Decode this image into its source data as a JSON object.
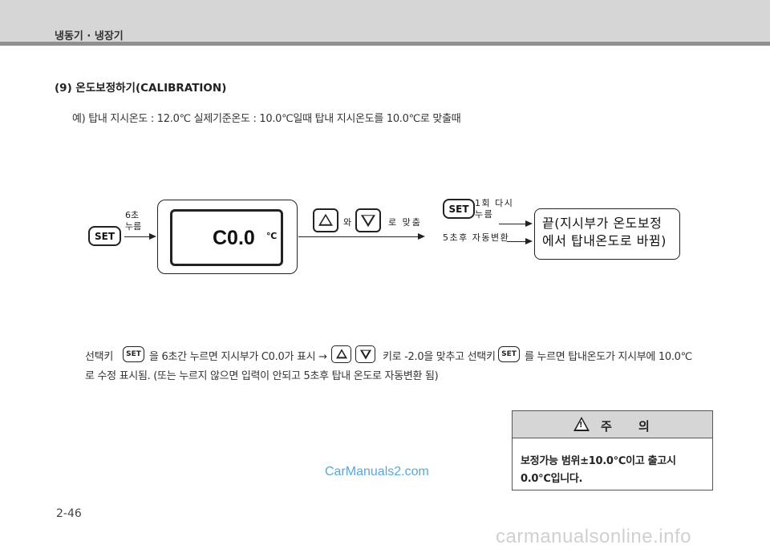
{
  "header": {
    "title": "냉동기 · 냉장기"
  },
  "section": {
    "title": "(9) 온도보정하기(CALIBRATION)",
    "example": "예) 탑내 지시온도 : 12.0℃ 실제기준온도 : 10.0℃일때 탑내 지시온도를 10.0℃로 맞출때"
  },
  "diagram": {
    "set_key": "SET",
    "hold_label": [
      "6초",
      "누름"
    ],
    "display_value": "C0.0",
    "display_unit": "℃",
    "wa": "와",
    "ro_match": "로 맞춤",
    "press_again": [
      "1회 다시",
      "누름"
    ],
    "auto_convert": "5초후 자동변환",
    "result": [
      "끝(지시부가 온도보정",
      "에서 탑내온도로 바뀜)"
    ]
  },
  "instruction": {
    "line1_a": "선택키",
    "line1_b": "을  6초간 누르면 지시부가 C0.0가 표시 →",
    "line1_c": "키로 -2.0을 맞추고  선택키",
    "line1_d": "를 누르면 탑내온도가 지시부에 10.0℃",
    "line2": "로 수정 표시됨.  (또는 누르지 않으면 입력이 안되고 5초후 탑내 온도로 자동변환 됨)"
  },
  "caution": {
    "title": "주 의",
    "body": "보정가능 범위±10.0℃이고 출고시 0.0℃입니다."
  },
  "watermark": "CarManuals2.com",
  "page_number": "2-46",
  "footer_watermark": "carmanualsonline.info"
}
